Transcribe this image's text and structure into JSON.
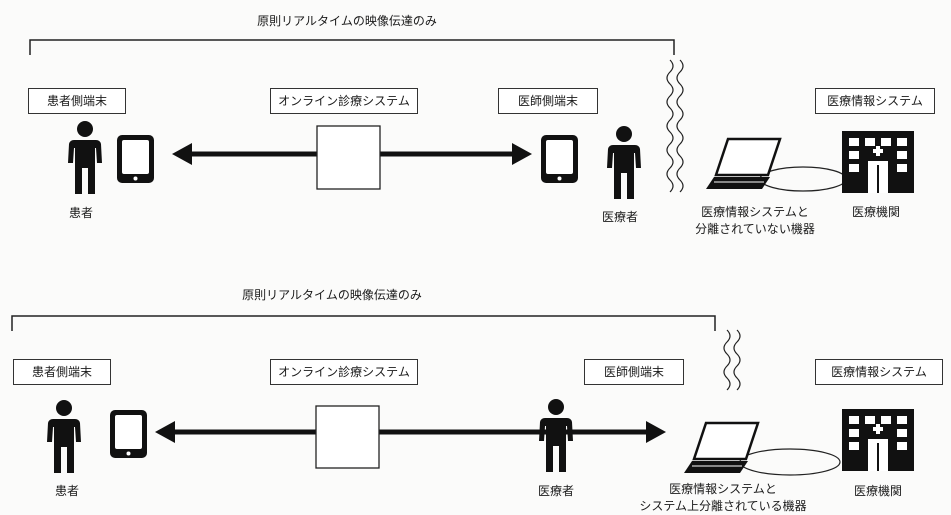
{
  "top": {
    "bracket_label": "原則リアルタイムの映像伝達のみ",
    "patient_terminal": "患者側端末",
    "online_system": "オンライン診療システム",
    "doctor_terminal": "医師側端末",
    "hospital_system": "医療情報システム",
    "patient_label": "患者",
    "doctor_label": "医療者",
    "device_label_line1": "医療情報システムと",
    "device_label_line2": "分離されていない機器",
    "facility_label": "医療機関"
  },
  "bottom": {
    "bracket_label": "原則リアルタイムの映像伝達のみ",
    "patient_terminal": "患者側端末",
    "online_system": "オンライン診療システム",
    "doctor_terminal": "医師側端末",
    "hospital_system": "医療情報システム",
    "patient_label": "患者",
    "doctor_label": "医療者",
    "device_label_line1": "医療情報システムと",
    "device_label_line2": "システム上分離されている機器",
    "facility_label": "医療機関"
  },
  "colors": {
    "ink": "#1a1a1a",
    "box_border": "#333333",
    "background": "#fbfbfa"
  },
  "icons": [
    "person-icon",
    "tablet-icon",
    "laptop-icon",
    "hospital-building-icon",
    "double-arrow-icon",
    "wavy-separator-icon"
  ]
}
